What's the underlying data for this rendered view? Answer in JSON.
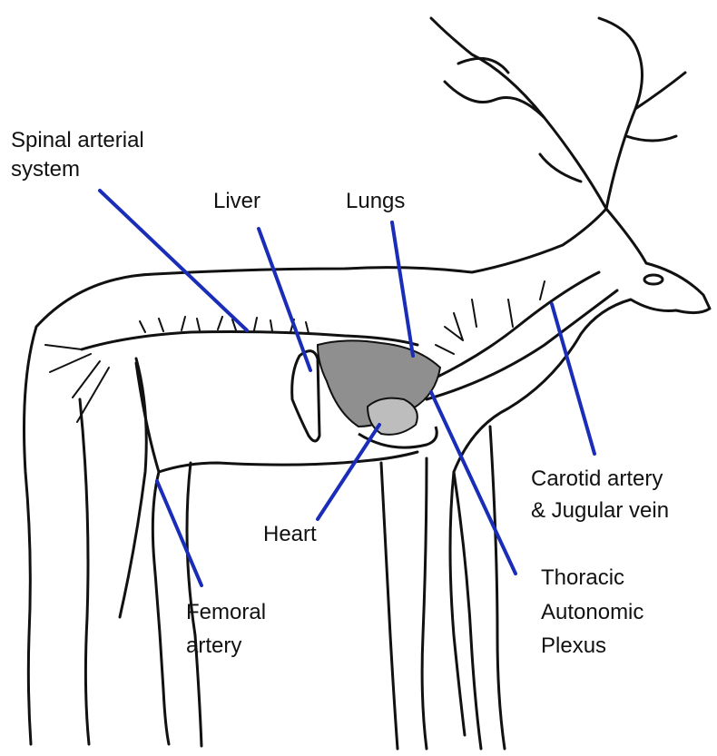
{
  "labels": {
    "spinal_line1": "Spinal arterial",
    "spinal_line2": "system",
    "liver": "Liver",
    "lungs": "Lungs",
    "carotid_line1": "Carotid artery",
    "carotid_line2": "& Jugular vein",
    "heart": "Heart",
    "femoral_line1": "Femoral",
    "femoral_line2": "artery",
    "thoracic_line1": "Thoracic",
    "thoracic_line2": "Autonomic",
    "thoracic_line3": "Plexus"
  },
  "colors": {
    "leader": "#1a2db8",
    "outline": "#111111",
    "organ_fill": "#8f8f8f"
  }
}
